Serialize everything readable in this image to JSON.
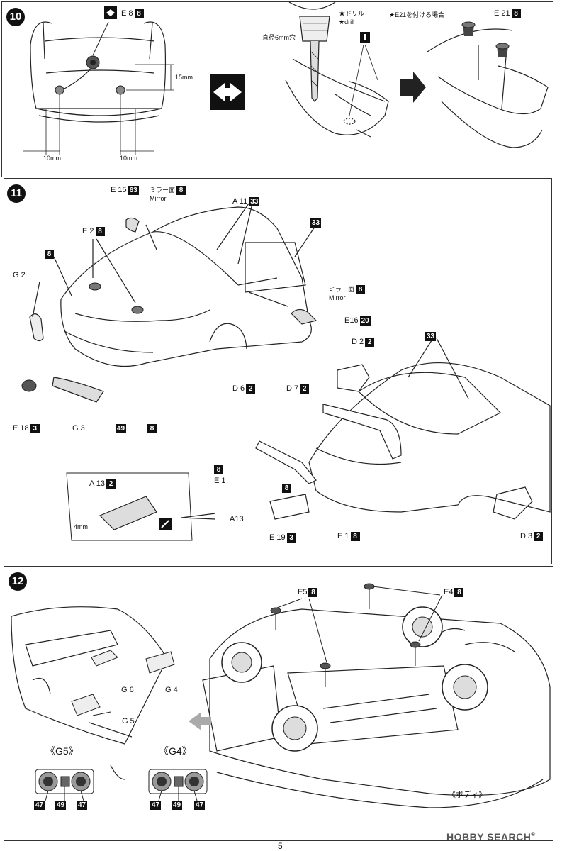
{
  "steps": {
    "s10": "10",
    "s11": "11",
    "s12": "12"
  },
  "step10": {
    "e8": "E 8",
    "e8_color": "8",
    "dim15": "15mm",
    "dim10a": "10mm",
    "dim10b": "10mm",
    "drill_jp": "★ドリル",
    "drill_en": "★drill",
    "hole_jp": "直径6mm穴",
    "e21_note": "★E21を付ける場合",
    "e21": "E 21",
    "e21_color": "8"
  },
  "step11": {
    "e15": "E 15",
    "e15_color": "63",
    "mirror_face_1": "ミラー面",
    "mirror_color_1": "8",
    "mirror_en_1": "Mirror",
    "a11": "A 11",
    "a11_color": "33",
    "e2": "E 2",
    "e2_color": "8",
    "color8_a": "8",
    "color33_a": "33",
    "g2": "G 2",
    "mirror_face_2": "ミラー面",
    "mirror_color_2": "8",
    "mirror_en_2": "Mirror",
    "e16": "E16",
    "e16_color": "20",
    "d2": "D 2",
    "d2_color": "2",
    "color33_b": "33",
    "d6": "D 6",
    "d6_color": "2",
    "d7": "D 7",
    "d7_color": "2",
    "e18": "E 18",
    "e18_color": "3",
    "g3": "G 3",
    "color49": "49",
    "color8_b": "8",
    "a13_box": "A 13",
    "a13_box_color": "2",
    "dim4": "4mm",
    "a13": "A13",
    "color8_c": "8",
    "e1a": "E 1",
    "color8_d": "8",
    "e19": "E 19",
    "e19_color": "3",
    "e1b": "E 1",
    "e1b_color": "8",
    "d3": "D 3",
    "d3_color": "2"
  },
  "step12": {
    "e5": "E5",
    "e5_color": "8",
    "e4": "E4",
    "e4_color": "8",
    "g6": "G 6",
    "g4": "G 4",
    "g5": "G 5",
    "g5_title": "《G5》",
    "g4_title": "《G4》",
    "g5_c1": "47",
    "g5_c2": "49",
    "g5_c3": "47",
    "g4_c1": "47",
    "g4_c2": "49",
    "g4_c3": "47",
    "body_label": "《ボディ》"
  },
  "footer": {
    "page": "5",
    "watermark": "HOBBY SEARCH",
    "reg": "®"
  }
}
